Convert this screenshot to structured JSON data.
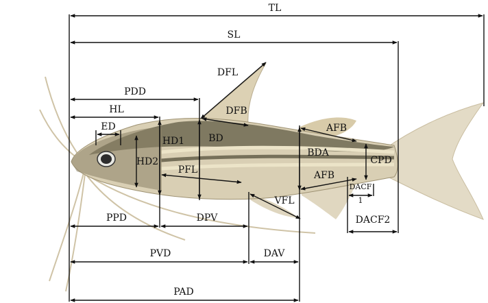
{
  "colors": {
    "line": "#111111",
    "background": "#ffffff",
    "body": "#d9cfb4",
    "back": "#6f6a52",
    "stripe": "#ece4c8",
    "fin": "#e3dbc6"
  },
  "labels": {
    "tl": "TL",
    "sl": "SL",
    "pdd": "PDD",
    "hl": "HL",
    "ed": "ED",
    "dfl": "DFL",
    "dfb": "DFB",
    "bd": "BD",
    "hd1": "HD1",
    "hd2": "HD2",
    "pfl": "PFL",
    "afb_top": "AFB",
    "afb_bottom": "AFB",
    "bda": "BDA",
    "cpd": "CPD",
    "dacf1_a": "DACF",
    "dacf1_b": "1",
    "dacf2": "DACF2",
    "vfl": "VFL",
    "ppd": "PPD",
    "dpv": "DPV",
    "pvd": "PVD",
    "dav": "DAV",
    "pad": "PAD"
  }
}
